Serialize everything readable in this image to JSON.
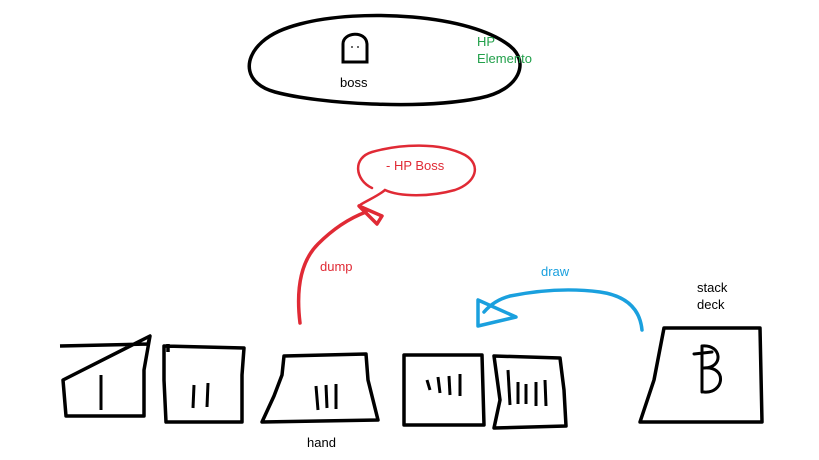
{
  "boss": {
    "label": "boss"
  },
  "hp_elemento": {
    "line1": "HP",
    "line2": "Elemento"
  },
  "hp_boss": {
    "label": "- HP Boss"
  },
  "arrows": {
    "dump": "dump",
    "draw": "draw"
  },
  "deck": {
    "line1": "stack",
    "line2": "deck"
  },
  "hand": {
    "label": "hand"
  },
  "colors": {
    "green": "#22a04b",
    "red": "#e02a35",
    "blue": "#1aa0de",
    "ink": "#000000"
  }
}
